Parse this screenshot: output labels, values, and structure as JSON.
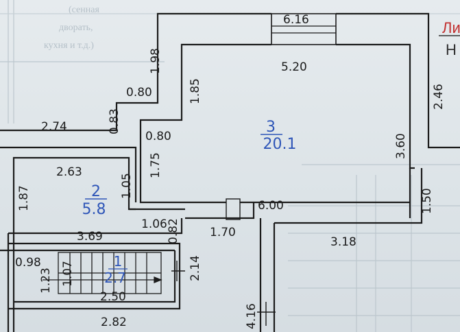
{
  "background_form": {
    "faded_lines": [
      "(сенная",
      "дворать,",
      "кухня и т.д.)"
    ],
    "corner_fragments": [
      {
        "text": "Ли",
        "color": "#c23030"
      },
      {
        "text": "Н",
        "color": "#303030"
      }
    ]
  },
  "rooms": [
    {
      "number": "3",
      "area": "20.1"
    },
    {
      "number": "2",
      "area": "5.8"
    },
    {
      "number": "1",
      "area": "2.7"
    }
  ],
  "dimensions": {
    "top_wall": "6.16",
    "room3_top_inner": "5.20",
    "right_upper": "2.46",
    "left_upper_diag": "1.98",
    "step_horizontal": "0.80",
    "room3_left_upper": "1.85",
    "step_vertical": "0.83",
    "left_outer_wall": "2.74",
    "room3_step_inner": "0.80",
    "room3_right": "3.60",
    "room3_left_lower": "1.75",
    "room2_top": "2.63",
    "room2_right": "1.05",
    "room2_left": "1.87",
    "room3_bottom": "6.00",
    "right_lower": "1.50",
    "small_horizontal": "1.06",
    "small_vertical": "0.82",
    "door_width": "1.70",
    "room2_bottom": "3.69",
    "bottom_right_wall": "3.18",
    "stair_side": "0.98",
    "stair_left": "1.23",
    "stair_inner": "1.07",
    "stair_right": "2.14",
    "stair_bottom_inner": "2.50",
    "bottom_wall": "2.82",
    "corridor": "4.16"
  },
  "colors": {
    "room_label": "#2f56b8",
    "wall_line": "#1b1b1b",
    "accent_red": "#c23030"
  }
}
